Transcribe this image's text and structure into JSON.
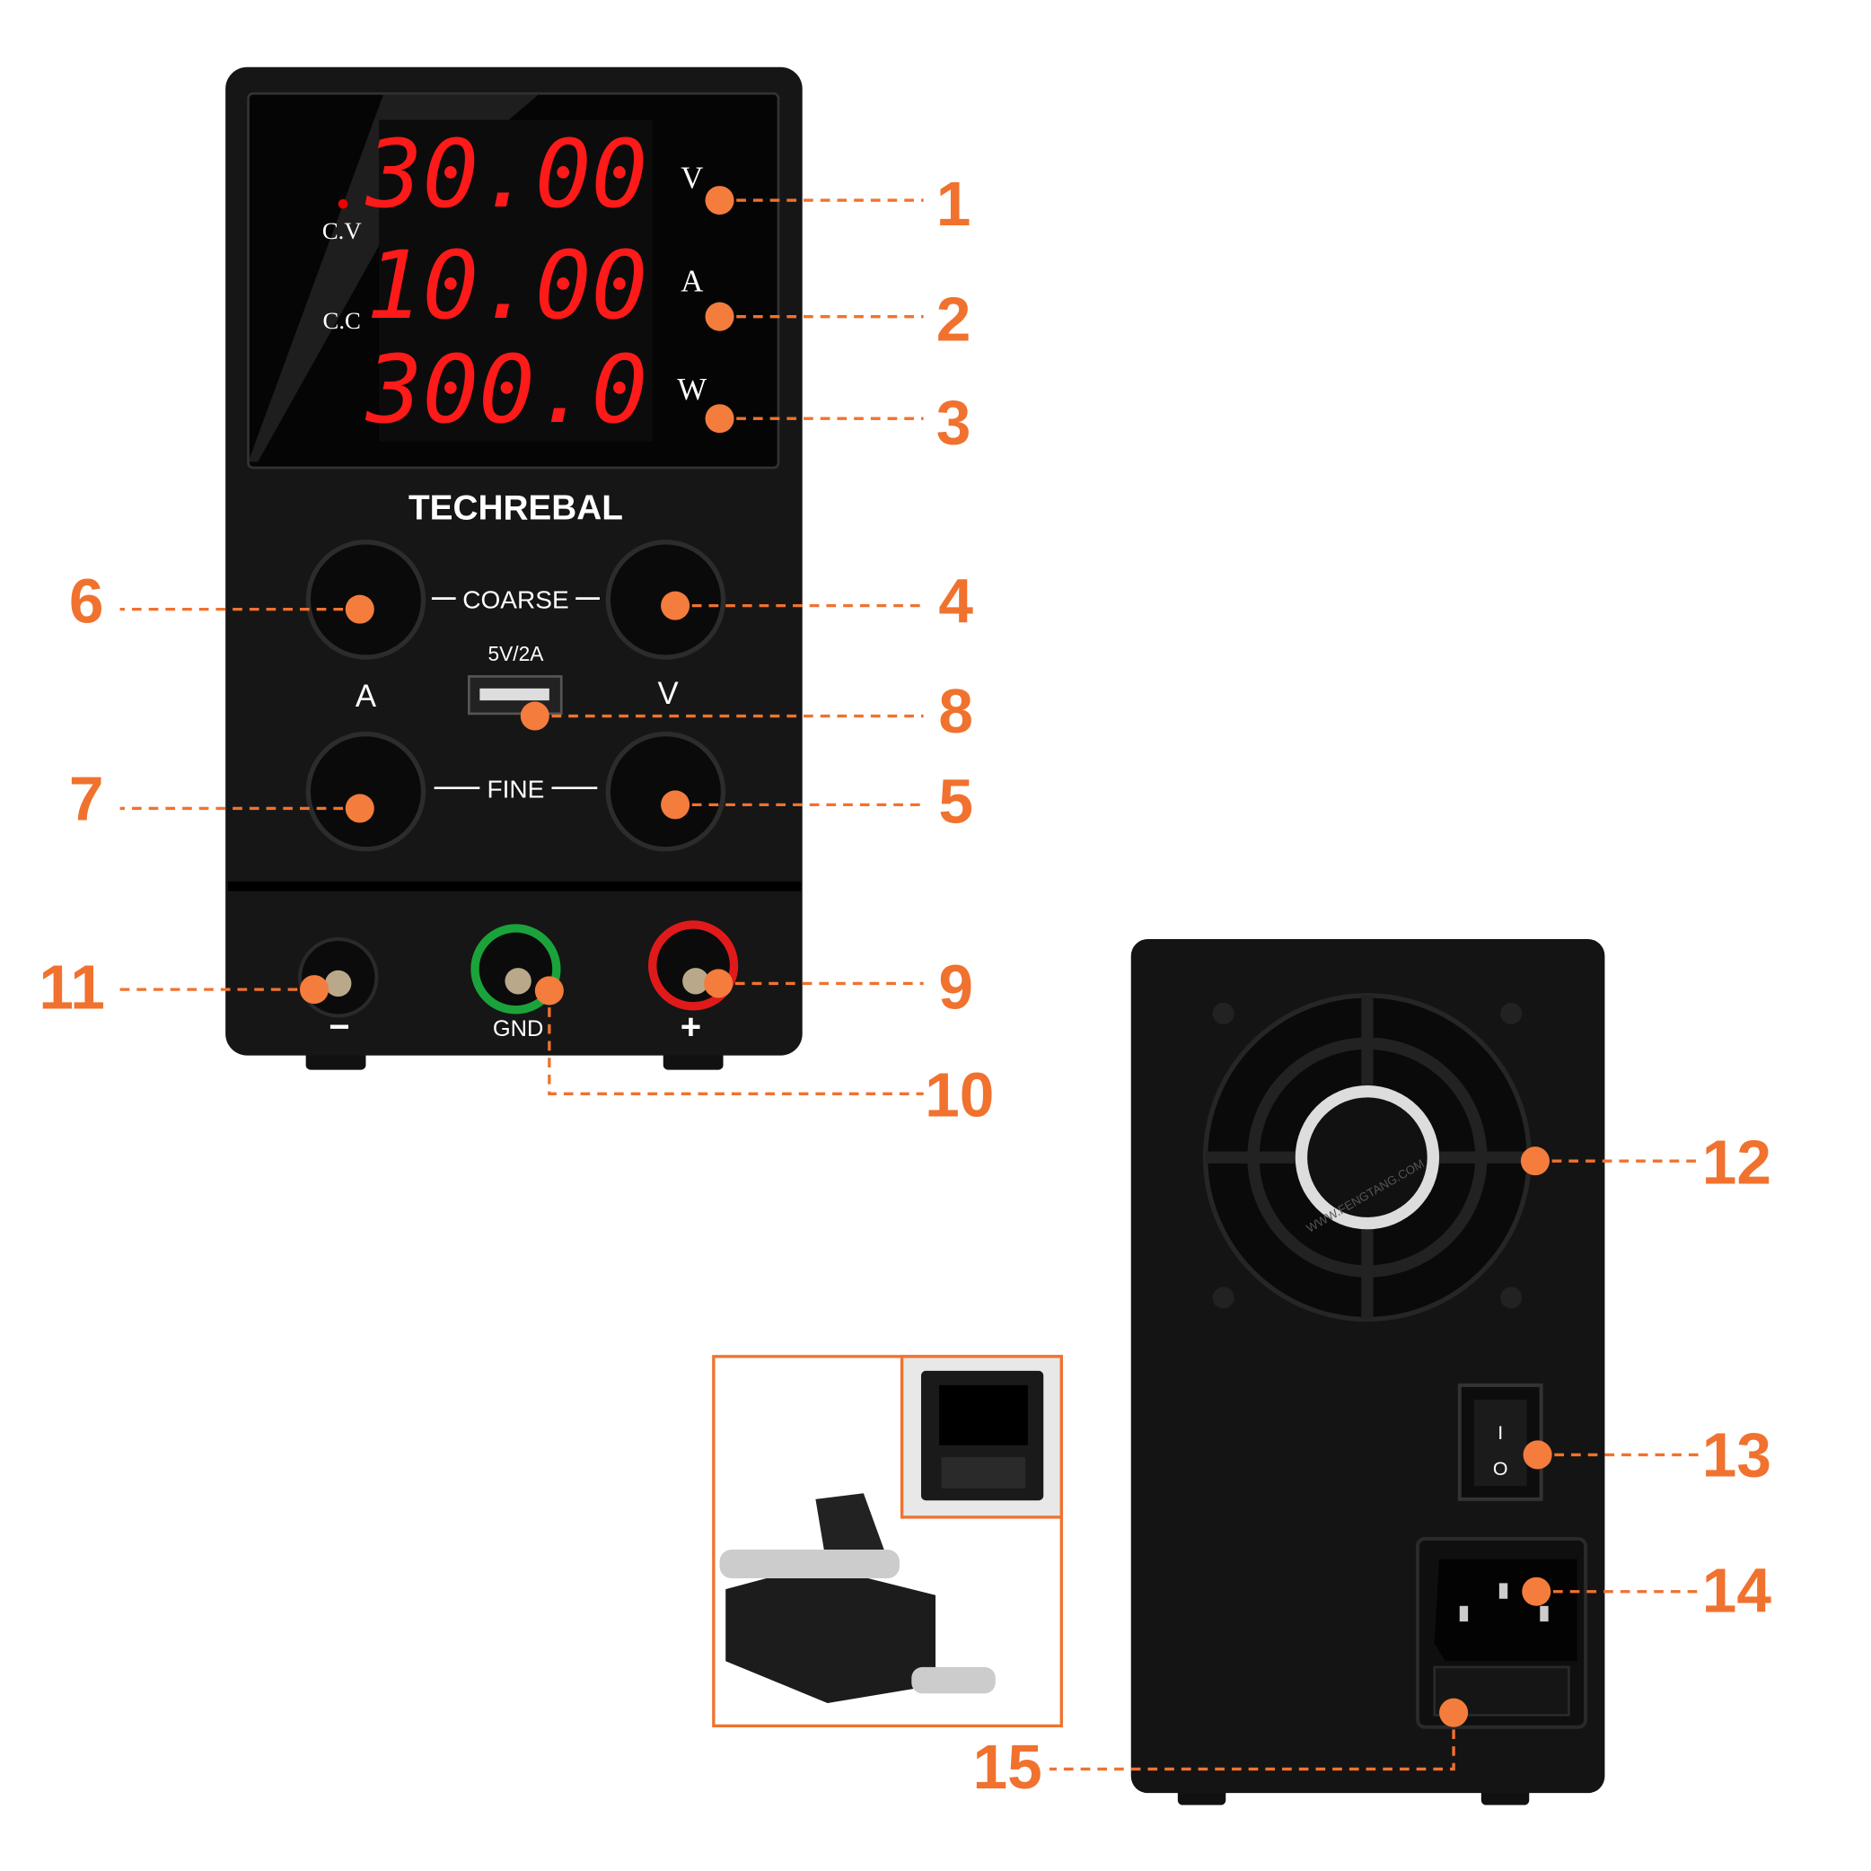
{
  "front_panel": {
    "brand": "TECHREBAL",
    "display": {
      "voltage": "30.00",
      "current": "10.00",
      "power": "300.0",
      "voltage_unit": "V",
      "current_unit": "A",
      "power_unit": "W",
      "cv_label": "C.V",
      "cc_label": "C.C",
      "segment_color": "#ff1a1a"
    },
    "coarse_label": "COARSE",
    "fine_label": "FINE",
    "usb_label": "5V/2A",
    "current_knob_label": "A",
    "voltage_knob_label": "V",
    "terminals": {
      "negative": "−",
      "ground": "GND",
      "positive": "+"
    }
  },
  "rear_panel": {
    "switch_on": "I",
    "switch_off": "O",
    "fan_text": "WWW.FENGTANG.COM"
  },
  "callouts": [
    "1",
    "2",
    "3",
    "4",
    "5",
    "6",
    "7",
    "8",
    "9",
    "10",
    "11",
    "12",
    "13",
    "14",
    "15"
  ],
  "accent_color": "#f0722e"
}
